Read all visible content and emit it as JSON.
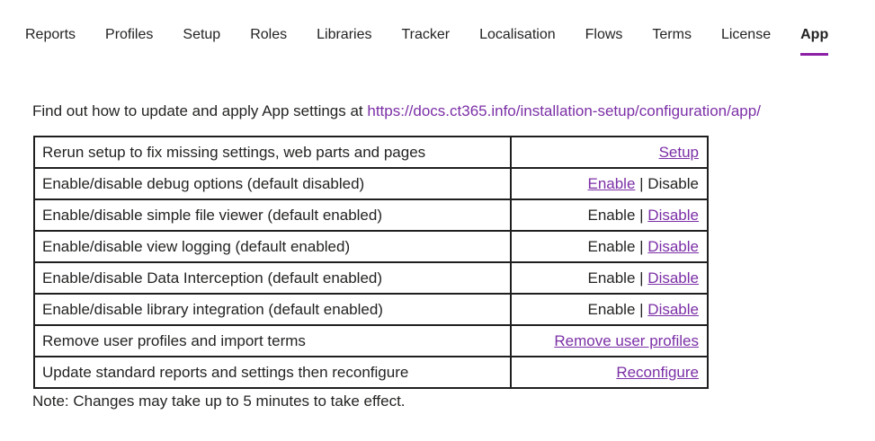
{
  "colors": {
    "accent": "#8c1fa5",
    "link": "#7b2fa6",
    "text": "#242322",
    "border": "#1f1f1f"
  },
  "nav": {
    "items": [
      {
        "label": "Reports",
        "active": false
      },
      {
        "label": "Profiles",
        "active": false
      },
      {
        "label": "Setup",
        "active": false
      },
      {
        "label": "Roles",
        "active": false
      },
      {
        "label": "Libraries",
        "active": false
      },
      {
        "label": "Tracker",
        "active": false
      },
      {
        "label": "Localisation",
        "active": false
      },
      {
        "label": "Flows",
        "active": false
      },
      {
        "label": "Terms",
        "active": false
      },
      {
        "label": "License",
        "active": false
      },
      {
        "label": "App",
        "active": true
      }
    ]
  },
  "intro": {
    "text": "Find out how to update and apply App settings at ",
    "link": "https://docs.ct365.info/installation-setup/configuration/app/"
  },
  "table": {
    "separator": " | ",
    "rows": [
      {
        "description": "Rerun setup to fix missing settings, web parts and pages",
        "actions": [
          {
            "label": "Setup",
            "link": true
          }
        ]
      },
      {
        "description": "Enable/disable debug options (default disabled)",
        "actions": [
          {
            "label": "Enable",
            "link": true
          },
          {
            "label": "Disable",
            "link": false
          }
        ]
      },
      {
        "description": "Enable/disable simple file viewer (default enabled)",
        "actions": [
          {
            "label": "Enable",
            "link": false
          },
          {
            "label": "Disable",
            "link": true
          }
        ]
      },
      {
        "description": "Enable/disable view logging (default enabled)",
        "actions": [
          {
            "label": "Enable",
            "link": false
          },
          {
            "label": "Disable",
            "link": true
          }
        ]
      },
      {
        "description": "Enable/disable Data Interception (default enabled)",
        "actions": [
          {
            "label": "Enable",
            "link": false
          },
          {
            "label": "Disable",
            "link": true
          }
        ]
      },
      {
        "description": "Enable/disable library integration (default enabled)",
        "actions": [
          {
            "label": "Enable",
            "link": false
          },
          {
            "label": "Disable",
            "link": true
          }
        ]
      },
      {
        "description": "Remove user profiles and import terms",
        "actions": [
          {
            "label": "Remove user profiles",
            "link": true
          }
        ]
      },
      {
        "description": "Update standard reports and settings then reconfigure",
        "actions": [
          {
            "label": "Reconfigure",
            "link": true
          }
        ]
      }
    ]
  },
  "note": "Note: Changes may take up to 5 minutes to take effect."
}
